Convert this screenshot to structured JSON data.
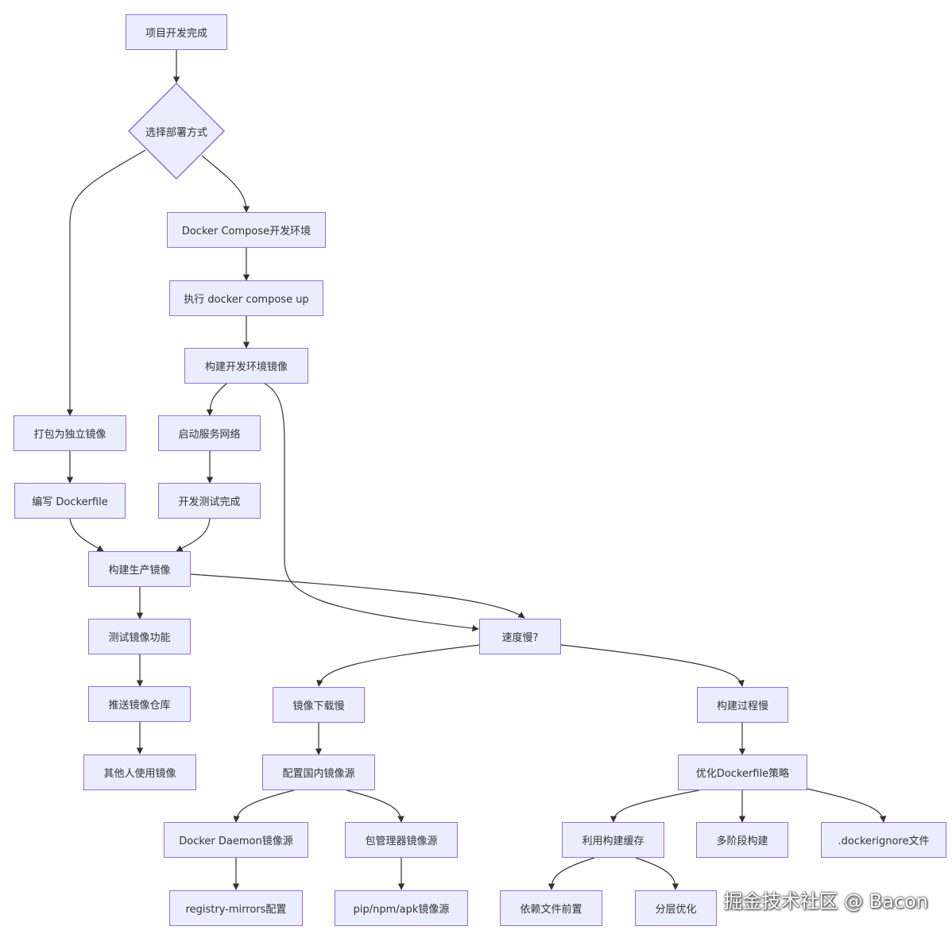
{
  "diagram": {
    "nodes": {
      "start": "项目开发完成",
      "choose": "选择部署方式",
      "compose_env": "Docker Compose开发环境",
      "compose_up": "执行 docker compose up",
      "build_dev_image": "构建开发环境镜像",
      "package_image": "打包为独立镜像",
      "start_network": "启动服务网络",
      "write_dockerfile": "编写 Dockerfile",
      "dev_test_done": "开发测试完成",
      "build_prod_image": "构建生产镜像",
      "test_image": "测试镜像功能",
      "speed_slow": "速度慢?",
      "push_registry": "推送镜像仓库",
      "download_slow": "镜像下载慢",
      "build_slow": "构建过程慢",
      "others_use": "其他人使用镜像",
      "config_mirror": "配置国内镜像源",
      "optimize_dockerfile": "优化Dockerfile策略",
      "daemon_mirror": "Docker Daemon镜像源",
      "pkg_mirror": "包管理器镜像源",
      "build_cache": "利用构建缓存",
      "multi_stage": "多阶段构建",
      "dockerignore": ".dockerignore文件",
      "registry_mirrors": "registry-mirrors配置",
      "pip_npm_apk": "pip/npm/apk镜像源",
      "deps_first": "依赖文件前置",
      "layer_opt": "分层优化"
    },
    "edges": [
      [
        "start",
        "choose"
      ],
      [
        "choose",
        "package_image"
      ],
      [
        "choose",
        "compose_env"
      ],
      [
        "compose_env",
        "compose_up"
      ],
      [
        "compose_up",
        "build_dev_image"
      ],
      [
        "build_dev_image",
        "start_network"
      ],
      [
        "build_dev_image",
        "speed_slow"
      ],
      [
        "package_image",
        "write_dockerfile"
      ],
      [
        "start_network",
        "dev_test_done"
      ],
      [
        "write_dockerfile",
        "build_prod_image"
      ],
      [
        "dev_test_done",
        "build_prod_image"
      ],
      [
        "build_prod_image",
        "test_image"
      ],
      [
        "build_prod_image",
        "speed_slow"
      ],
      [
        "test_image",
        "push_registry"
      ],
      [
        "push_registry",
        "others_use"
      ],
      [
        "speed_slow",
        "download_slow"
      ],
      [
        "speed_slow",
        "build_slow"
      ],
      [
        "download_slow",
        "config_mirror"
      ],
      [
        "build_slow",
        "optimize_dockerfile"
      ],
      [
        "config_mirror",
        "daemon_mirror"
      ],
      [
        "config_mirror",
        "pkg_mirror"
      ],
      [
        "optimize_dockerfile",
        "build_cache"
      ],
      [
        "optimize_dockerfile",
        "multi_stage"
      ],
      [
        "optimize_dockerfile",
        "dockerignore"
      ],
      [
        "daemon_mirror",
        "registry_mirrors"
      ],
      [
        "pkg_mirror",
        "pip_npm_apk"
      ],
      [
        "build_cache",
        "deps_first"
      ],
      [
        "build_cache",
        "layer_opt"
      ]
    ]
  },
  "watermark": "掘金技术社区 @ Bacon",
  "colors": {
    "node_fill": "#ECECFF",
    "node_border": "#9370DB",
    "edge": "#333333",
    "text": "#333333"
  }
}
